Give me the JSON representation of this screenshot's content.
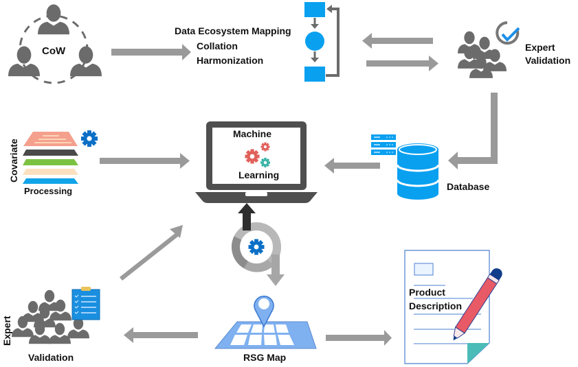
{
  "title": "RSG Map production workflow",
  "nodes": {
    "cow": {
      "label": "CoW",
      "icon": "people-circle-icon"
    },
    "data_process": {
      "lines": [
        "Data Ecosystem Mapping",
        "Collation",
        "Harmonization"
      ],
      "icon": "flowchart-loop-icon",
      "accent": "#0aa0f0"
    },
    "expert_validation_top": {
      "lines": [
        "Expert",
        "Validation"
      ],
      "icon": "expert-group-check-icon",
      "check_color": "#1e90e8"
    },
    "covariate": {
      "vertical_label": "Covariate",
      "label": "Processing",
      "icon": "layers-gear-icon",
      "layer_colors": [
        "#f4a08c",
        "#4a4a4a",
        "#7cc242",
        "#fbe0c0",
        "#12a4e8"
      ],
      "gear_color": "#0b6fc6"
    },
    "machine_learning": {
      "lines": [
        "Machine",
        "Learning"
      ],
      "icon": "laptop-gears-icon",
      "gear_colors": [
        "#e0605a",
        "#e0605a",
        "#3bb3a6"
      ]
    },
    "database": {
      "label": "Database",
      "icon": "database-icon",
      "color": "#0aa0f0"
    },
    "cycle": {
      "icon": "cycle-gear-icon",
      "gear_color": "#0b6fc6"
    },
    "expert_validation_bottom": {
      "vertical_label": "Expert",
      "label": "Validation",
      "icon": "expert-group-clipboard-icon",
      "clipboard_color": "#1a8fe0"
    },
    "rsg_map": {
      "label": "RSG Map",
      "icon": "map-pin-grid-icon",
      "color": "#7fb0f0"
    },
    "product_description": {
      "lines": [
        "Product",
        "Description"
      ],
      "icon": "document-pencil-icon"
    }
  },
  "edges": [
    {
      "from": "cow",
      "to": "data_process"
    },
    {
      "from": "expert_validation_top",
      "to": "data_process"
    },
    {
      "from": "data_process",
      "to": "expert_validation_top"
    },
    {
      "from": "expert_validation_top",
      "to": "database"
    },
    {
      "from": "database",
      "to": "machine_learning"
    },
    {
      "from": "covariate",
      "to": "machine_learning"
    },
    {
      "from": "cycle",
      "to": "machine_learning"
    },
    {
      "from": "cycle",
      "to": "rsg_map"
    },
    {
      "from": "rsg_map",
      "to": "expert_validation_bottom"
    },
    {
      "from": "expert_validation_bottom",
      "to": "machine_learning"
    },
    {
      "from": "rsg_map",
      "to": "product_description"
    }
  ],
  "colors": {
    "arrow": "#9a9a9a",
    "icon_gray": "#6b6b6b",
    "dark": "#3c3c3c"
  }
}
